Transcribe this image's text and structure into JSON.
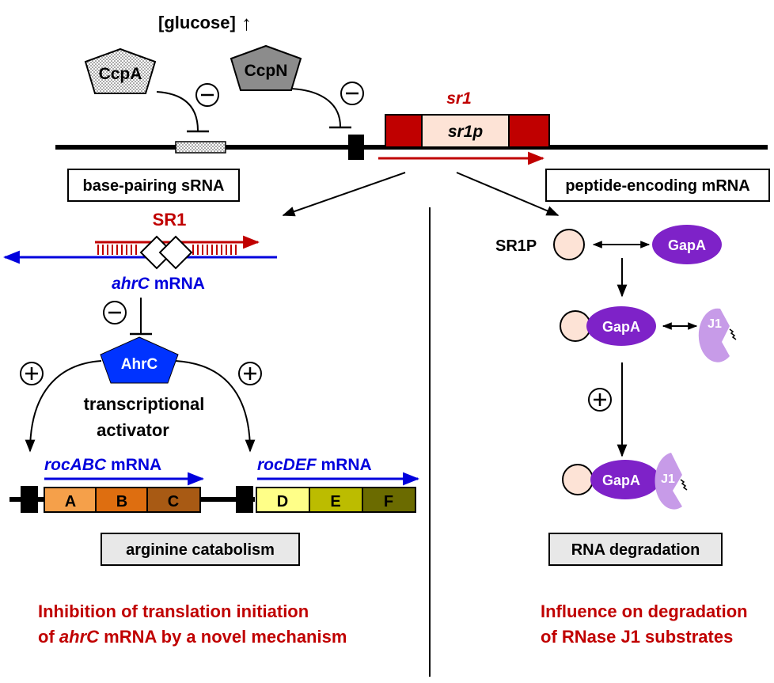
{
  "glucose": {
    "label": "[glucose]",
    "arrow": "↑"
  },
  "regulators": {
    "ccpa": "CcpA",
    "ccpn": "CcpN",
    "minus": "−"
  },
  "gene": {
    "name": "sr1",
    "orf": "sr1p",
    "color": "#c00000"
  },
  "boxes": {
    "left": "base-pairing sRNA",
    "right": "peptide-encoding mRNA",
    "arginine": "arginine catabolism",
    "rna_deg": "RNA degradation"
  },
  "left_panel": {
    "sr1_label": "SR1",
    "ahrc_mrna": {
      "italic": "ahrC",
      "rest": " mRNA"
    },
    "ahrc_protein": "AhrC",
    "activator_line1": "transcriptional",
    "activator_line2": "activator",
    "plus": "+",
    "roc_abc": {
      "italic": "rocABC",
      "rest": " mRNA"
    },
    "roc_def": {
      "italic": "rocDEF",
      "rest": " mRNA"
    },
    "genes": [
      {
        "label": "A",
        "color": "#f5a04a"
      },
      {
        "label": "B",
        "color": "#de6e10"
      },
      {
        "label": "C",
        "color": "#a85a14"
      },
      {
        "label": "D",
        "color": "#ffff88"
      },
      {
        "label": "E",
        "color": "#bcbc00"
      },
      {
        "label": "F",
        "color": "#6b6b00"
      }
    ],
    "conclusion_line1": "Inhibition of translation initiation",
    "conclusion_line2_pre": "of ",
    "conclusion_line2_italic": "ahrC",
    "conclusion_line2_post": " mRNA by a novel mechanism"
  },
  "right_panel": {
    "sr1p_label": "SR1P",
    "gapa": "GapA",
    "j1": "J1",
    "plus": "+",
    "conclusion_line1": "Influence on degradation",
    "conclusion_line2": "of RNase J1 substrates"
  },
  "colors": {
    "red": "#c00000",
    "blue": "#0000dd",
    "purple": "#7e22c8",
    "lavender": "#c79be8",
    "peach": "#fde3d6",
    "gray": "#888888"
  }
}
